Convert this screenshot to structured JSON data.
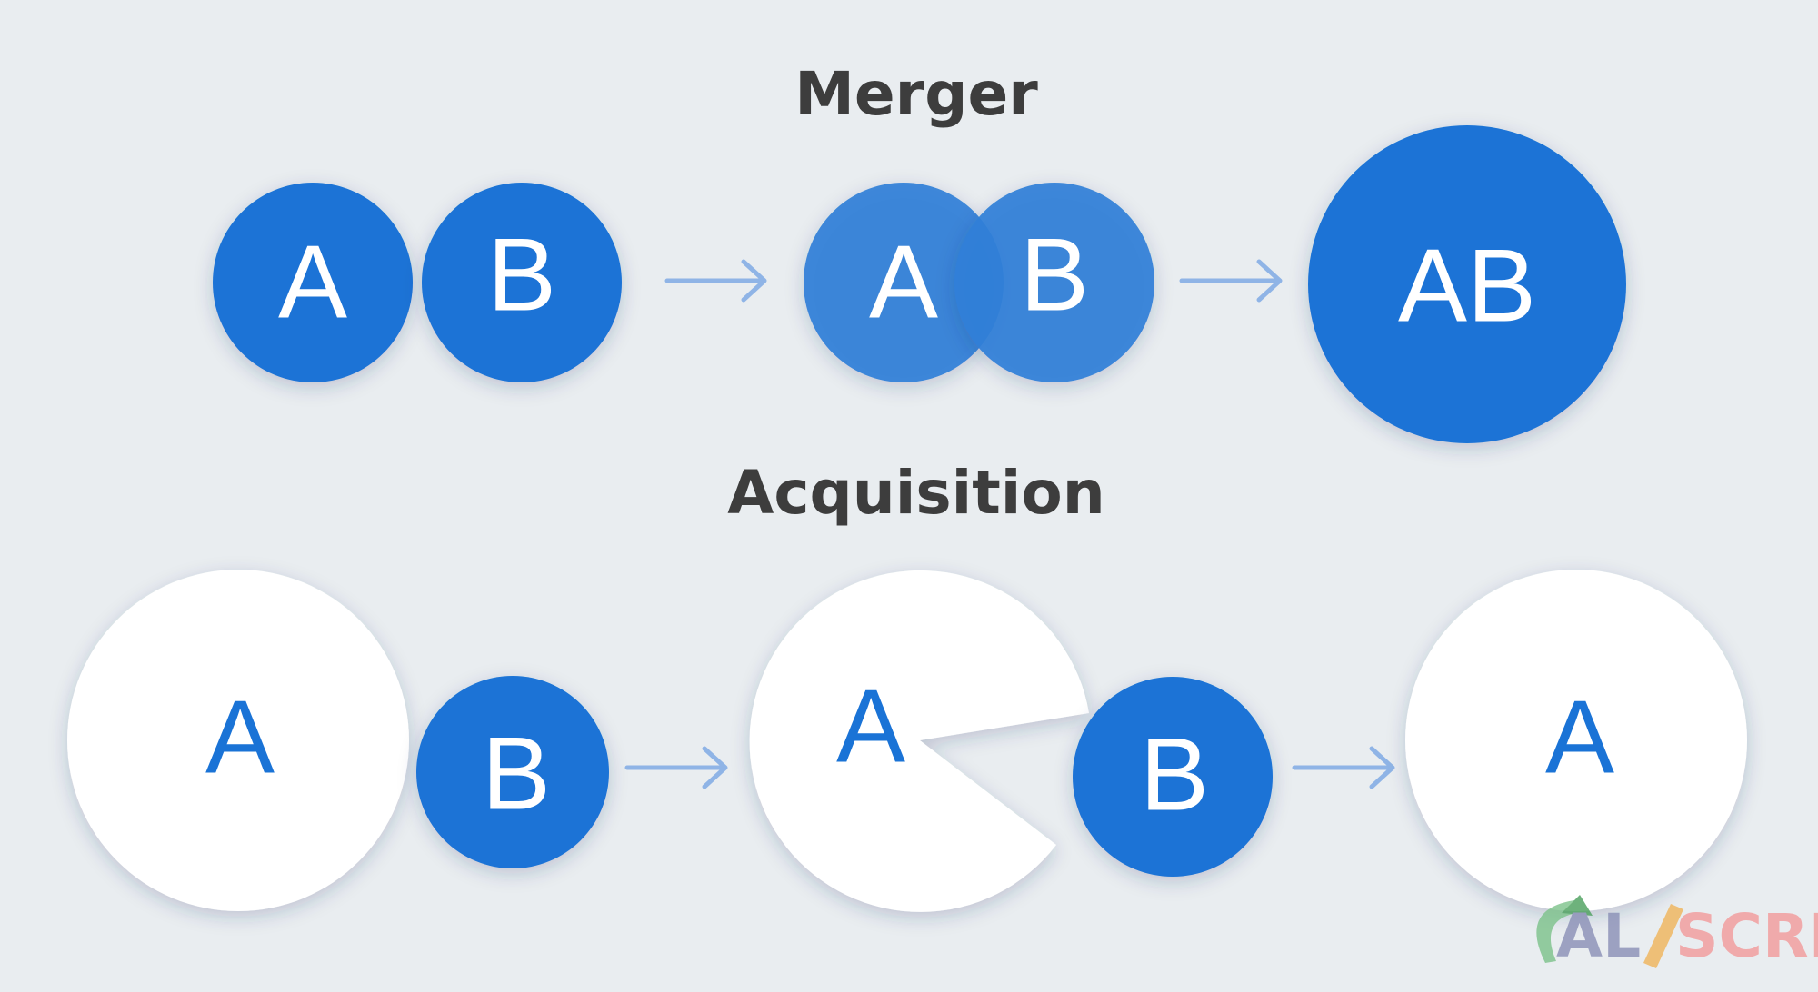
{
  "merger": {
    "title": "Merger",
    "step1": {
      "left_label": "A",
      "right_label": "B"
    },
    "step2": {
      "left_label": "A",
      "right_label": "B"
    },
    "step3": {
      "label": "AB"
    }
  },
  "acquisition": {
    "title": "Acquisition",
    "step1": {
      "acquirer_label": "A",
      "target_label": "B"
    },
    "step2": {
      "acquirer_label": "A",
      "target_label": "B"
    },
    "step3": {
      "label": "A"
    }
  },
  "watermark": {
    "part1": "AL",
    "part2": "SCRIBE"
  },
  "colors": {
    "background": "#e9edf0",
    "blue": "#1a73d6",
    "blue_translucent": "#2f7fd8",
    "white": "#ffffff",
    "arrow": "#8fb4e6",
    "heading": "#3d3d3d"
  }
}
